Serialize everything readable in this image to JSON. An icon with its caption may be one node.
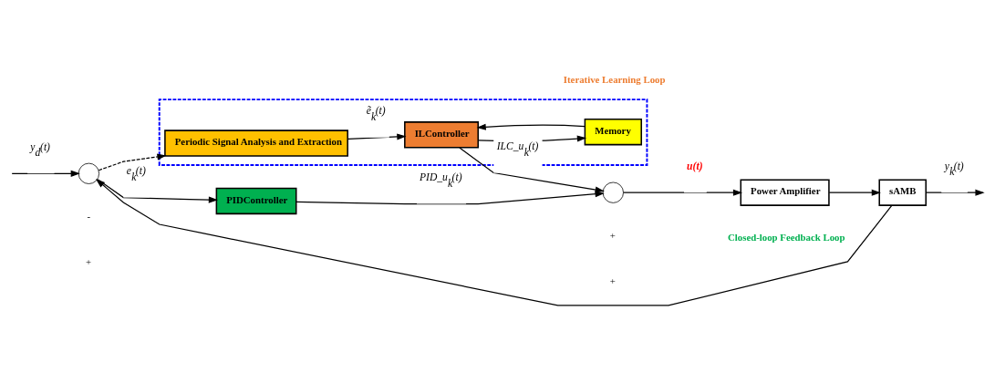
{
  "diagram": {
    "nodes": [
      {
        "text": [],
        "shape": "box"
      },
      {
        "text": [
          "Periodic Signal Analysis and Extraction"
        ],
        "in": 0
      },
      {
        "text": [
          "ILController"
        ],
        "in": 0
      },
      {
        "text": [
          "Memory"
        ],
        "in": 0
      },
      {
        "text": [],
        "shape": "circle"
      },
      {
        "text": [
          "PIDController"
        ]
      },
      {
        "text": [],
        "shape": "circle"
      },
      {
        "text": [
          "Power Amplifier"
        ]
      },
      {
        "text": [
          "sAMB"
        ]
      }
    ],
    "edges": [
      {
        "from": null,
        "to": 4,
        "arrow": "to",
        "label": "y$_{d}$(t)"
      },
      {
        "from": 4,
        "to": 5,
        "arrow": "to",
        "label": "e$_{k}$(t)"
      },
      {
        "from": 4,
        "to": 1,
        "arrow": "to",
        "style": "dashed"
      },
      {
        "from": 1,
        "to": 2,
        "arrow": "to",
        "label": "ẽ$_{k}$(t)"
      },
      {
        "from": 2,
        "to": 6,
        "arrow": "to",
        "label": "ILC_u$_{k}$(t)"
      },
      {
        "from": 2,
        "to": 3,
        "arrow": "to"
      },
      {
        "from": 3,
        "to": 2,
        "arrow": "to"
      },
      {
        "from": 5,
        "to": 6,
        "arrow": "to",
        "label": "PID_u$_{k}$(t)"
      },
      {
        "from": 6,
        "to": 7,
        "arrow": "to",
        "label": "u(t)"
      },
      {
        "from": 7,
        "to": 8,
        "arrow": "to"
      },
      {
        "from": 8,
        "to": null,
        "arrow": "to",
        "label": "y$_{k}$(t)"
      },
      {
        "from": 8,
        "to": 4,
        "arrow": "to"
      }
    ],
    "labels": [
      "+",
      "-",
      "+",
      "+",
      "Iterative Learning Loop",
      "Closed-loop Feedback Loop"
    ]
  }
}
